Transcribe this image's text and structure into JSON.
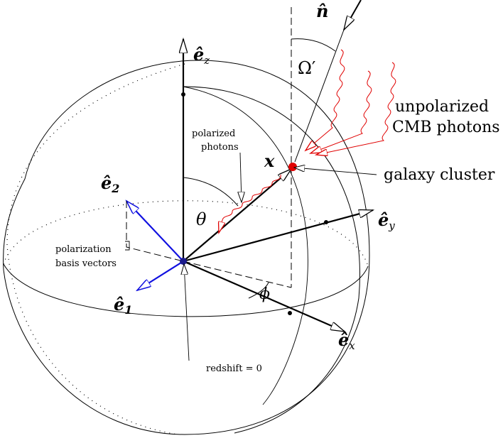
{
  "colors": {
    "ink": "#000000",
    "basis_vectors": "#1010e0",
    "photons": "#e00000",
    "cluster_dot": "#e00000",
    "origin_dot": "#1a1a8c"
  },
  "labels": {
    "n_hat": "n̂",
    "omega_prime": "Ω′",
    "unpolarized_line1": "unpolarized",
    "unpolarized_line2": "CMB photons",
    "polarized_line1": "polarized",
    "polarized_line2": "photons",
    "x_vec": "x",
    "galaxy_cluster": "galaxy cluster",
    "e2_main": "ê",
    "e2_sub": "2",
    "e1_main": "ê",
    "e1_sub": "1",
    "ez_main": "ê",
    "ez_sub": "z",
    "ey_main": "ê",
    "ey_sub": "y",
    "ex_main": "ê",
    "ex_sub": "x",
    "theta": "θ",
    "phi": "ϕ",
    "polarization_line1": "polarization",
    "polarization_line2": "basis vectors",
    "redshift": "redshift = 0"
  }
}
